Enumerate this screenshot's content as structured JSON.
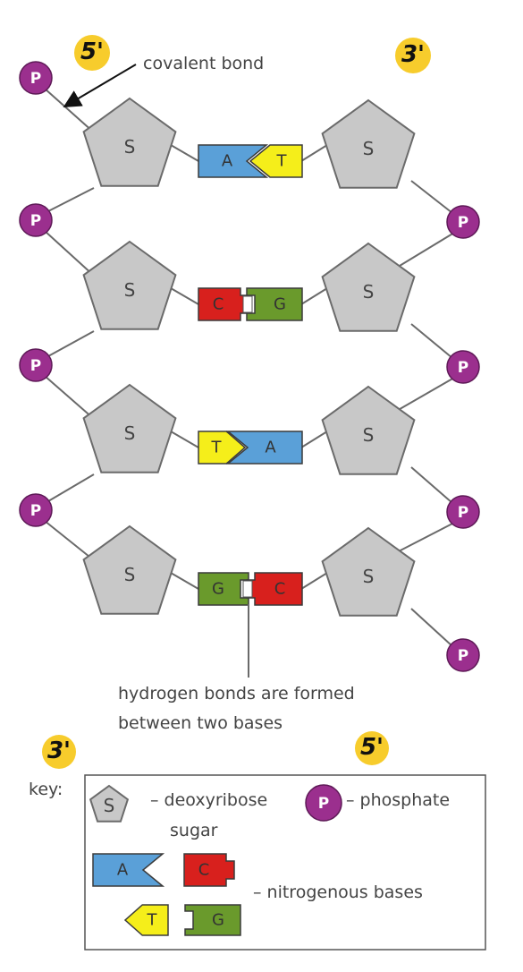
{
  "labels": {
    "prime5_top": "5'",
    "prime3_top": "3'",
    "prime3_bottom": "3'",
    "prime5_bottom": "5'",
    "covalent_bond": "covalent bond",
    "hydrogen_line1": "hydrogen bonds are formed",
    "hydrogen_line2": "between two bases"
  },
  "symbols": {
    "sugar": "S",
    "phosphate": "P"
  },
  "pairs": [
    {
      "left": "A",
      "right": "T"
    },
    {
      "left": "C",
      "right": "G"
    },
    {
      "left": "T",
      "right": "A"
    },
    {
      "left": "G",
      "right": "C"
    }
  ],
  "key": {
    "title": "key:",
    "sugar_text_line1": "– deoxyribose",
    "sugar_text_line2": "sugar",
    "phosphate_text": "– phosphate",
    "bases_text": "– nitrogenous bases",
    "base_letters": [
      "A",
      "C",
      "T",
      "G"
    ]
  },
  "colors": {
    "A": "#5aa0d8",
    "T": "#f5ee1a",
    "C": "#d8201d",
    "G": "#6a9a2c",
    "phosphate": "#9b2f8e",
    "sugar": "#c8c8c8",
    "badge": "#f7cc2c"
  }
}
